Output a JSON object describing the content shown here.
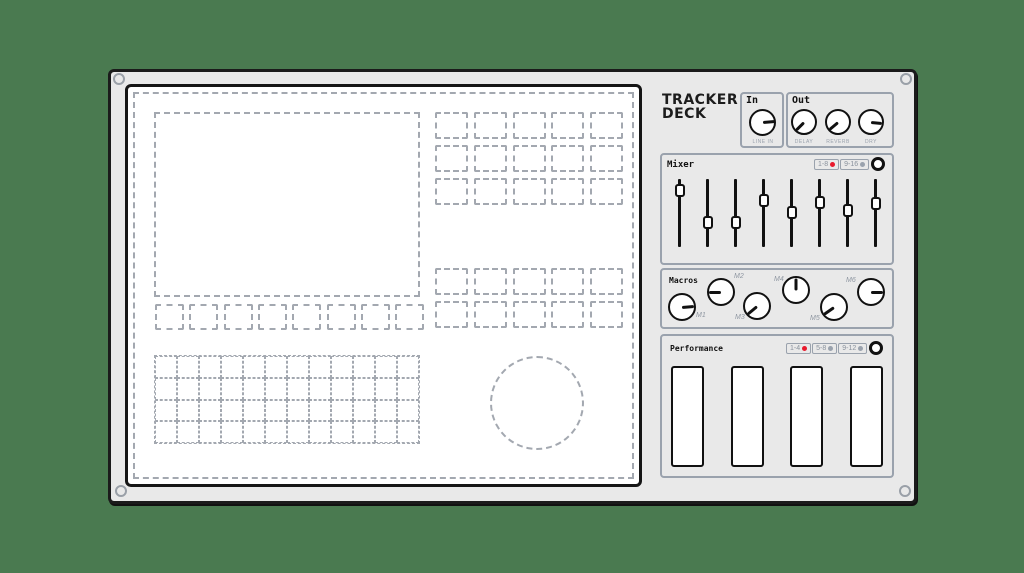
{
  "brand": {
    "line1": "TRACKER",
    "line2": "DECK"
  },
  "in_panel": {
    "title": "In",
    "knobs": [
      {
        "label": "LINE IN",
        "angle": -5
      }
    ]
  },
  "out_panel": {
    "title": "Out",
    "knobs": [
      {
        "label": "DELAY",
        "angle": 135
      },
      {
        "label": "REVERB",
        "angle": 140
      },
      {
        "label": "DRY",
        "angle": 5
      }
    ]
  },
  "mixer": {
    "title": "Mixer",
    "tabs": [
      {
        "label": "1-8",
        "active": true
      },
      {
        "label": "9-16",
        "active": false
      }
    ],
    "fader_positions": [
      0.05,
      0.58,
      0.58,
      0.22,
      0.42,
      0.25,
      0.38,
      0.27
    ]
  },
  "macros": {
    "title": "Macros",
    "knobs": [
      {
        "label": "M1",
        "angle": -5
      },
      {
        "label": "M2",
        "angle": 180
      },
      {
        "label": "M3",
        "angle": 140
      },
      {
        "label": "M4",
        "angle": -90
      },
      {
        "label": "M5",
        "angle": 145
      },
      {
        "label": "M6",
        "angle": 0
      }
    ]
  },
  "performance": {
    "title": "Performance",
    "tabs": [
      {
        "label": "1-4",
        "active": true
      },
      {
        "label": "5-8",
        "active": false
      },
      {
        "label": "9-12",
        "active": false
      }
    ],
    "pads": 4
  },
  "screen": {
    "display_buttons": 8,
    "upper_grid": {
      "rows": 3,
      "cols": 5
    },
    "lower_grid": {
      "rows": 2,
      "cols": 5
    },
    "keyboard_grid": {
      "rows": 4,
      "cols": 12
    }
  },
  "colors": {
    "background": "#4a7a50",
    "device": "#e9e9e9",
    "outline": "#1b1b1b",
    "dashed": "#a3a8b0",
    "led_active": "#e8192c",
    "led_inactive": "#9aa2ad"
  }
}
